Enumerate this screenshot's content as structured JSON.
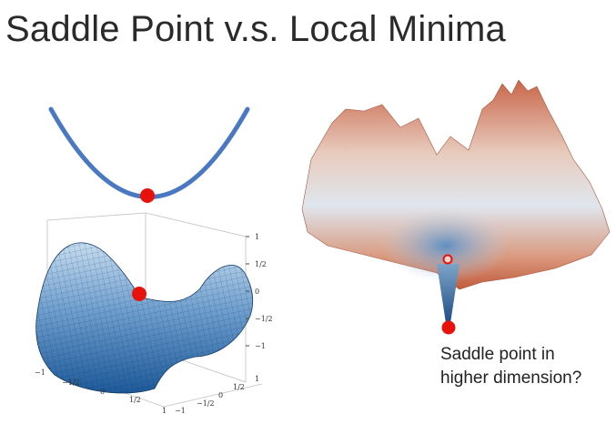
{
  "slide": {
    "title": "Saddle Point v.s. Local Minima",
    "caption_line1": "Saddle point in",
    "caption_line2": "higher dimension?"
  },
  "saddle_plot": {
    "z_ticks": [
      "1",
      "1/2",
      "0",
      "−1/2",
      "−1"
    ],
    "x_ticks": [
      "−1",
      "−1/2",
      "0",
      "1/2",
      "1"
    ],
    "y_ticks": [
      "−1",
      "−1/2",
      "0",
      "1/2",
      "1"
    ]
  },
  "colors": {
    "parabola": "#4a78c2",
    "marker": "#e8120c",
    "surface_dark": "#1d5a9a",
    "surface_light": "#c6dcef",
    "landscape_warm": "#c9664a",
    "landscape_cool": "#7ea4c8"
  }
}
